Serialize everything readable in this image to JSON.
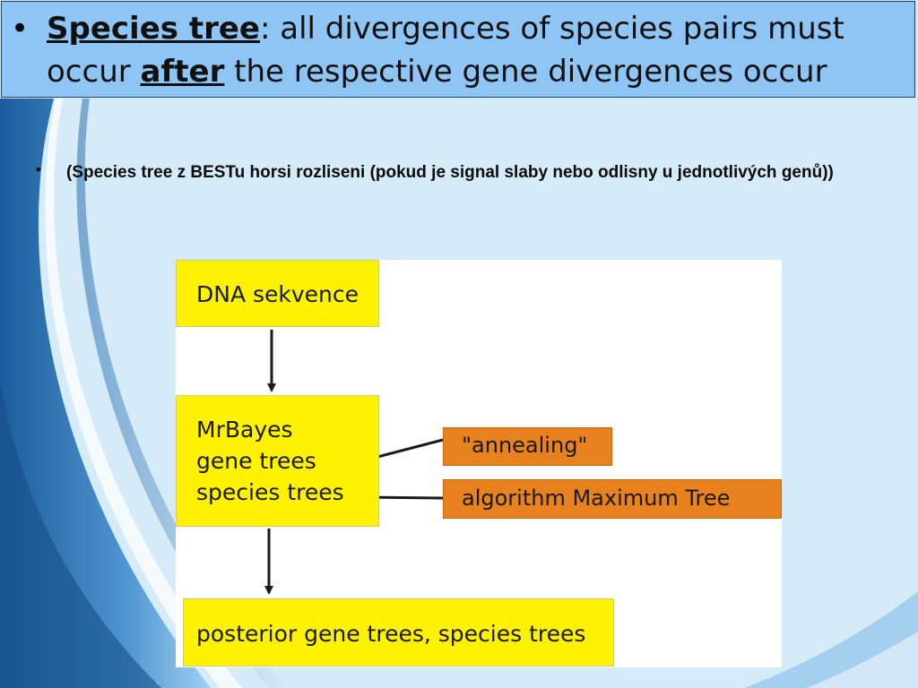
{
  "header": {
    "bullet": "•",
    "term": "Species tree",
    "text_1": ": all divergences of species pairs must occur ",
    "emphasis": "after",
    "text_2": " the respective gene divergences occur"
  },
  "note": {
    "bullet": "•",
    "text": "(Species tree z BESTu horsi rozliseni (pokud je signal slaby nebo odlisny u jednotlivých genů))"
  },
  "diagram": {
    "dna_box": "DNA sekvence",
    "mrbayes_box": [
      "MrBayes",
      "gene trees",
      "species trees"
    ],
    "annealing_box": "\"annealing\"",
    "algorithm_box": "algorithm Maximum Tree",
    "posterior_box": "posterior gene trees, species trees"
  }
}
